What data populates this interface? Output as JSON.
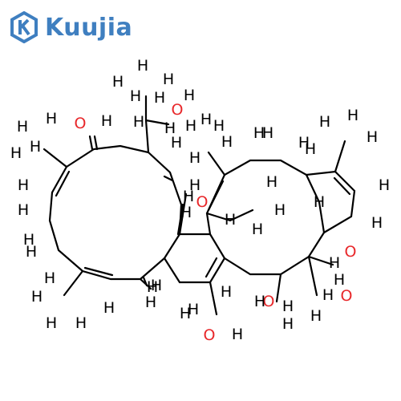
{
  "brand": {
    "name": "Kuujia",
    "logo_icon": "hexagon-k-icon",
    "color": "#3f7fc0"
  },
  "structure": {
    "atom_colors": {
      "H": "#000000",
      "O": "#e8272a"
    },
    "labels": [
      {
        "t": "O"
      },
      {
        "t": "H"
      },
      {
        "t": "H"
      },
      {
        "t": "H"
      },
      {
        "t": "H"
      },
      {
        "t": "H"
      },
      {
        "t": "H"
      },
      {
        "t": "H"
      },
      {
        "t": "H"
      },
      {
        "t": "H"
      },
      {
        "t": "H"
      },
      {
        "t": "H"
      },
      {
        "t": "H"
      },
      {
        "t": "H"
      },
      {
        "t": "H"
      },
      {
        "t": "H"
      },
      {
        "t": "H"
      },
      {
        "t": "H"
      },
      {
        "t": "H"
      },
      {
        "t": "H"
      },
      {
        "t": "H"
      },
      {
        "t": "O"
      },
      {
        "t": "H"
      },
      {
        "t": "H"
      },
      {
        "t": "H"
      },
      {
        "t": "H"
      },
      {
        "t": "H"
      },
      {
        "t": "H"
      },
      {
        "t": "H"
      },
      {
        "t": "H"
      },
      {
        "t": "H"
      },
      {
        "t": "H"
      },
      {
        "t": "H"
      },
      {
        "t": "H"
      },
      {
        "t": "H"
      },
      {
        "t": "H"
      },
      {
        "t": "H"
      },
      {
        "t": "H"
      },
      {
        "t": "H"
      },
      {
        "t": "H"
      },
      {
        "t": "O"
      },
      {
        "t": "H"
      },
      {
        "t": "H"
      },
      {
        "t": "H"
      },
      {
        "t": "H"
      },
      {
        "t": "H"
      },
      {
        "t": "H"
      },
      {
        "t": "H"
      },
      {
        "t": "O"
      },
      {
        "t": "H"
      },
      {
        "t": "H"
      },
      {
        "t": "H"
      },
      {
        "t": "O"
      },
      {
        "t": "H"
      },
      {
        "t": "O"
      },
      {
        "t": "H"
      },
      {
        "t": "H"
      },
      {
        "t": "H"
      },
      {
        "t": "H"
      },
      {
        "t": "H"
      },
      {
        "t": "H"
      },
      {
        "t": "H"
      },
      {
        "t": "H"
      },
      {
        "t": "H"
      },
      {
        "t": "O"
      },
      {
        "t": "H"
      },
      {
        "t": "H"
      },
      {
        "t": "H"
      },
      {
        "t": "H"
      },
      {
        "t": "H"
      },
      {
        "t": "H"
      },
      {
        "t": "H"
      },
      {
        "t": "H"
      },
      {
        "t": "H"
      },
      {
        "t": "H"
      },
      {
        "t": "H"
      },
      {
        "t": "H"
      },
      {
        "t": "H"
      }
    ]
  }
}
